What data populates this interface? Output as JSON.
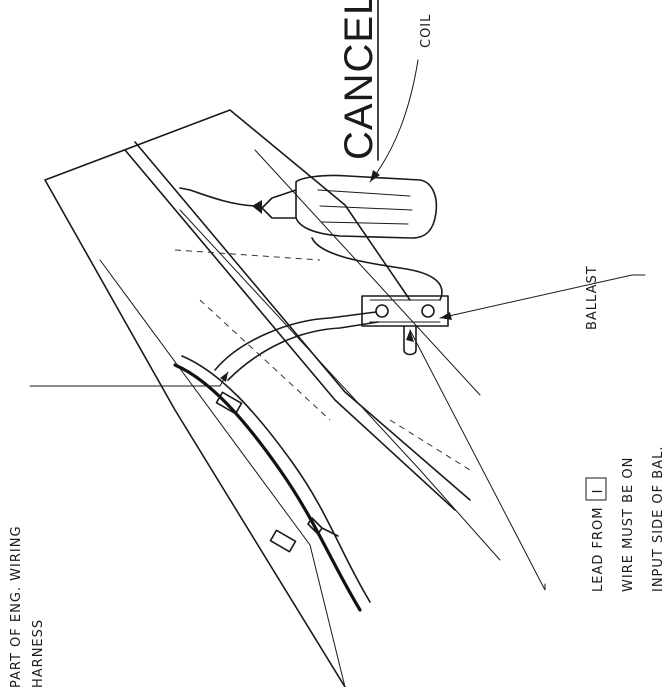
{
  "labels": {
    "cancel": "CANCEL",
    "coil": "COIL",
    "ballast": "BALLAST",
    "harness_line1": "PART OF ENG. WIRING",
    "harness_line2": "HARNESS",
    "lead_line1_pre": "LEAD FROM",
    "lead_line1_box": "I",
    "lead_line2": "WIRE MUST BE ON",
    "lead_line3": "INPUT SIDE OF BAL."
  },
  "colors": {
    "ink": "#1a1a1a",
    "paper": "#ffffff"
  }
}
